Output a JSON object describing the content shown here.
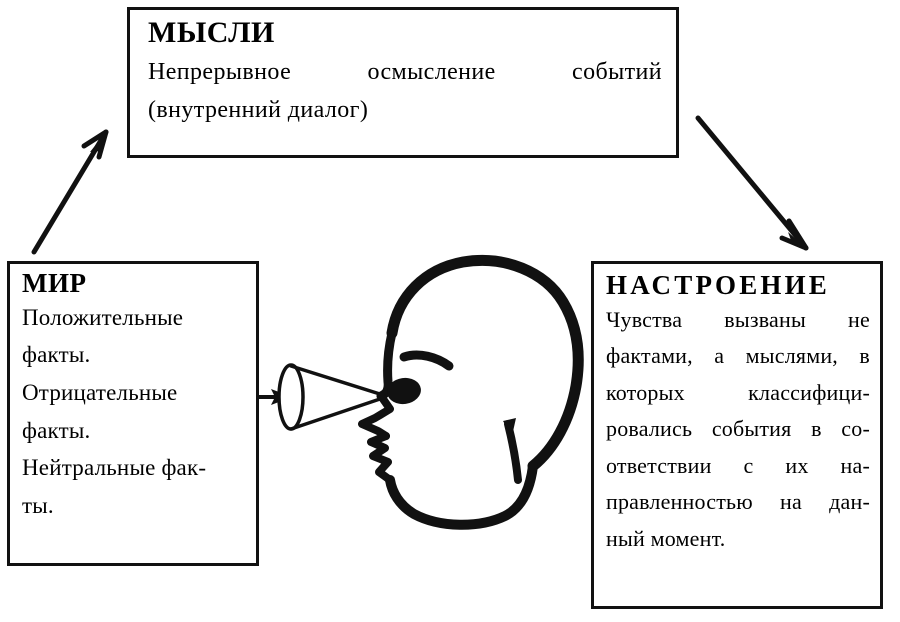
{
  "diagram": {
    "title": "Cognitive model: World - Thoughts - Mood",
    "ink_color": "#111111",
    "background": "#ffffff"
  },
  "thoughts_box": {
    "heading": "МЫСЛИ",
    "line1": "Непрерывное осмысление событий",
    "line2": "(внутренний диалог)"
  },
  "world_box": {
    "heading": "МИР",
    "line1": "Положительные",
    "line2": "факты.",
    "line3": "Отрицательные",
    "line4": "факты.",
    "line5": "Нейтральные фак-",
    "line6": "ты."
  },
  "mood_box": {
    "heading": "НАСТРОЕНИЕ",
    "line1": "Чувства вызваны не",
    "line2": "фактами, а мыслями, в",
    "line3": "которых классифици-",
    "line4": "ровались события в со-",
    "line5": "ответствии с их на-",
    "line6": "правленностью на дан-",
    "line7": "ный момент."
  },
  "illustration": {
    "head_label": "human-head-profile",
    "cone_label": "perception-cone",
    "eye_label": "eye",
    "eyebrow_label": "eyebrow",
    "ear_label": "ear"
  },
  "arrows": {
    "world_to_thoughts": "arrow-up-right",
    "thoughts_to_mood": "arrow-down-right",
    "world_to_cone": "arrow-right"
  }
}
